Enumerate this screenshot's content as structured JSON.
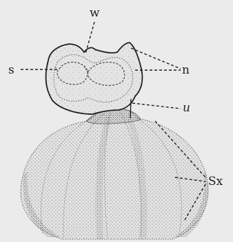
{
  "figure": {
    "labels": {
      "w": "w",
      "s": "s",
      "n": "n",
      "u": "u",
      "sx": "Sx"
    }
  }
}
